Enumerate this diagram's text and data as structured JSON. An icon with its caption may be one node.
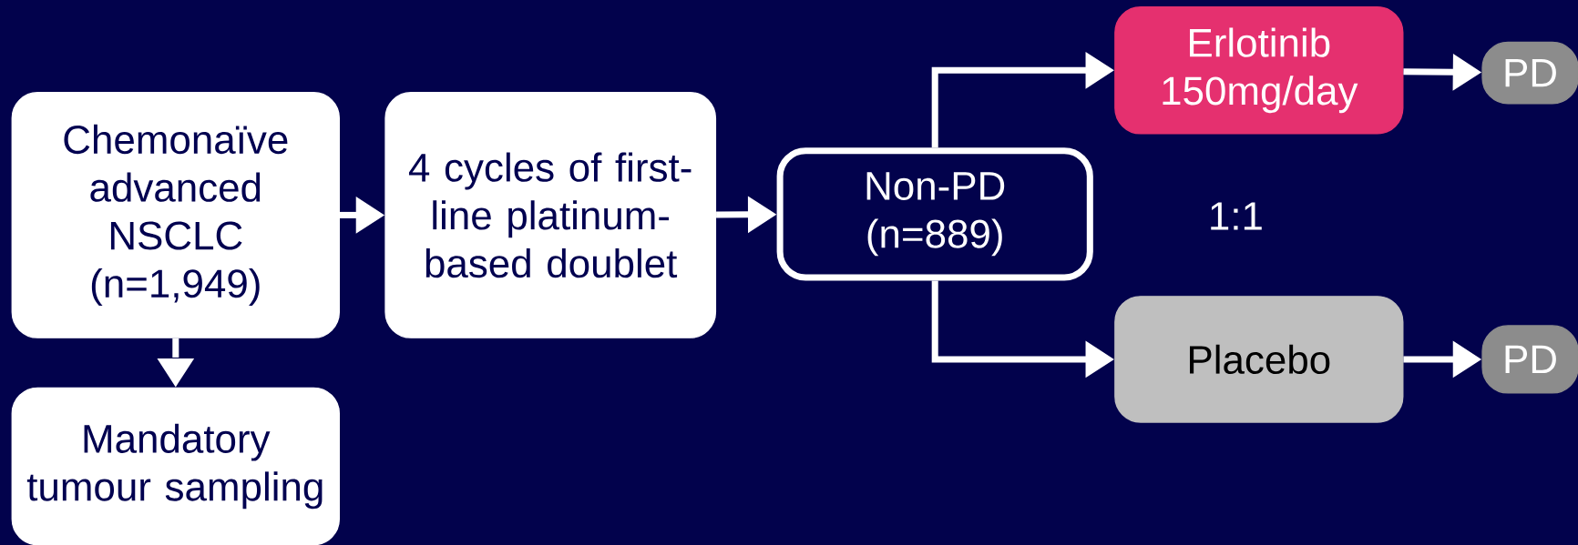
{
  "diagram": {
    "nodes": [
      {
        "text": [
          "Chemonaïve advanced NSCLC (n=1,949)"
        ]
      },
      {
        "text": [
          "4 cycles of first-line platinum-based doublet"
        ]
      },
      {
        "text": [
          "Non-PD (n=889)"
        ]
      },
      {
        "text": [
          "Erlotinib 150mg/day"
        ]
      },
      {
        "text": [
          "PD"
        ]
      },
      {
        "text": [
          "Placebo"
        ]
      },
      {
        "text": [
          "PD"
        ]
      },
      {
        "text": [
          "Mandatory tumour sampling"
        ]
      }
    ],
    "edges": [
      {
        "from": 0,
        "to": 1,
        "arrow": "to"
      },
      {
        "from": 1,
        "to": 2,
        "arrow": "to"
      },
      {
        "from": 2,
        "to": 3,
        "arrow": "to"
      },
      {
        "from": 2,
        "to": 5,
        "arrow": "to"
      },
      {
        "from": 3,
        "to": 4,
        "arrow": "to"
      },
      {
        "from": 5,
        "to": 6,
        "arrow": "to"
      },
      {
        "from": 0,
        "to": 7,
        "arrow": "to",
        "style": "dashed"
      }
    ],
    "labels": [
      "1:1"
    ]
  }
}
